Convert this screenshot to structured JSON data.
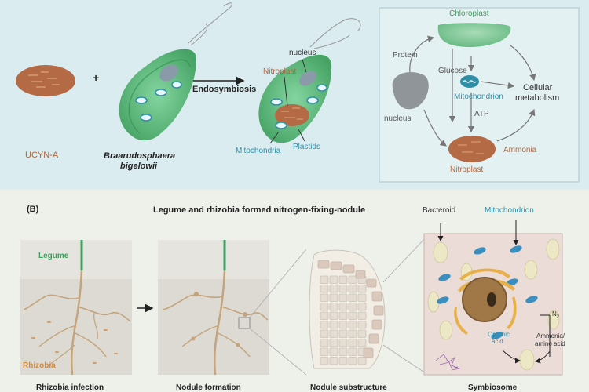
{
  "panel_a": {
    "ucyn_label": "UCYN-A",
    "plus": "+",
    "host_label_line1": "Braarudosphaera",
    "host_label_line2": "bigelowii",
    "arrow_label": "Endosymbiosis",
    "cell_labels": {
      "nucleus": "nucleus",
      "nitroplast": "Nitroplast",
      "mitochondria": "Mitochondria",
      "plastids": "Plastids"
    },
    "pathway": {
      "chloroplast": "Chloroplast",
      "protein": "Protein",
      "glucose": "Glucose",
      "mitochondrion": "Mitochondrion",
      "atp": "ATP",
      "cellular_line1": "Cellular",
      "cellular_line2": "metabolism",
      "nucleus": "nucleus",
      "ammonia": "Ammonia",
      "nitroplast": "Nitroplast"
    }
  },
  "panel_b": {
    "tag": "(B)",
    "title": "Legume and rhizobia formed nitrogen-fixing-nodule",
    "legume": "Legume",
    "rhizobia": "Rhizobia",
    "bacteroid": "Bacteroid",
    "mitochondrion": "Mitochondrion",
    "n2": "N",
    "n2_sub": "2",
    "organic_line1": "Organic",
    "organic_line2": "acid",
    "ammonia_line1": "Ammonia/",
    "ammonia_line2": "amino acid",
    "captions": {
      "c1": "Rhizobia infection",
      "c2": "Nodule formation",
      "c3": "Nodule substructure",
      "c4": "Symbiosome"
    }
  },
  "colors": {
    "panel_a_bg": "#daecef",
    "panel_b_bg": "#eef0ea",
    "cell_green": "#6cc489",
    "nitroplast_brown": "#b36a45",
    "mito_blue": "#3a8fbf",
    "root_tan": "#c4a47c",
    "symbiosome_pink": "#ecdcd8"
  }
}
